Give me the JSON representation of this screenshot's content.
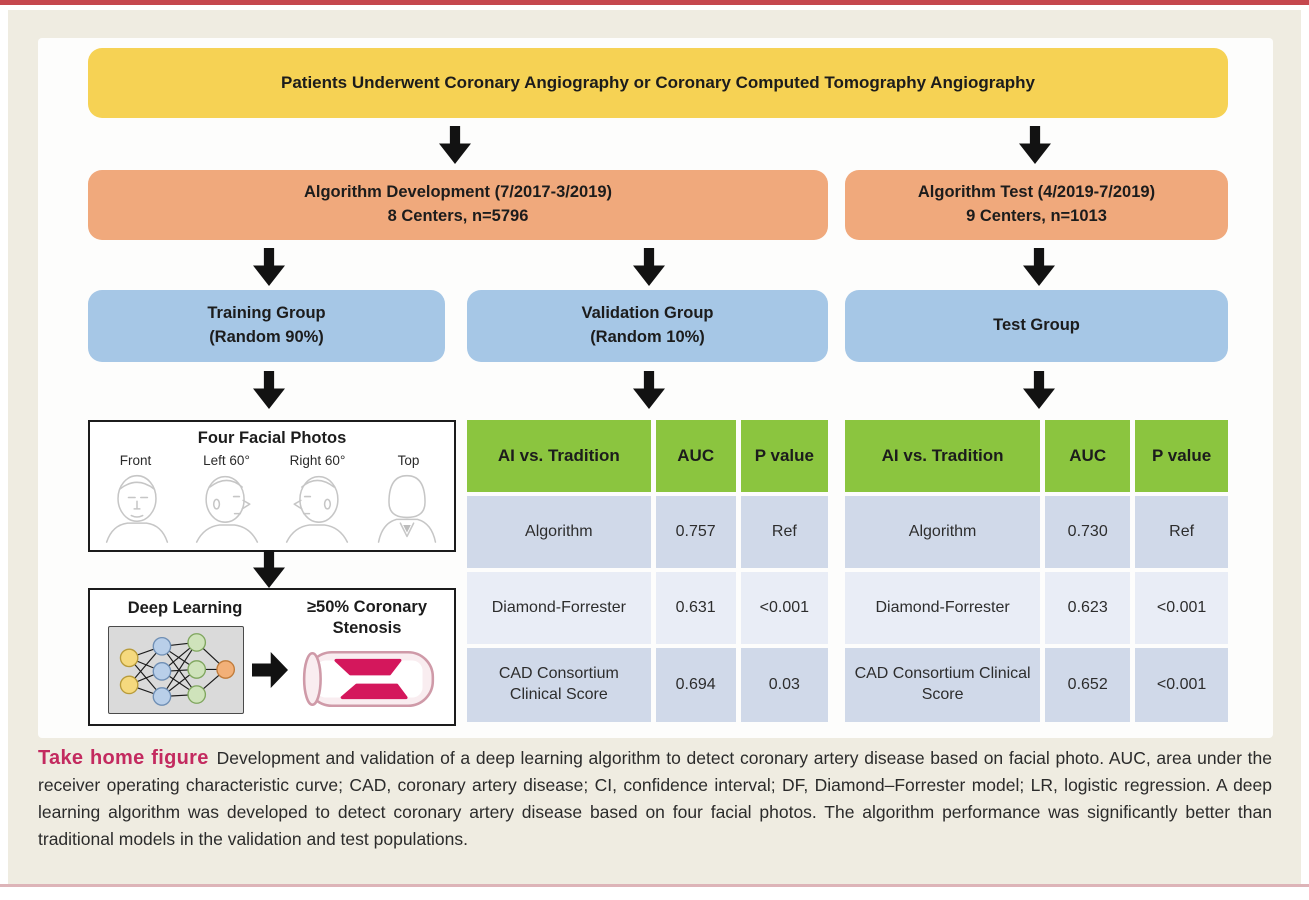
{
  "banner": {
    "label": "Patients Underwent Coronary Angiography or Coronary Computed Tomography Angiography"
  },
  "development_box": {
    "line1": "Algorithm Development (7/2017-3/2019)",
    "line2": "8 Centers, n=5796"
  },
  "test_box": {
    "line1": "Algorithm Test (4/2019-7/2019)",
    "line2": "9 Centers, n=1013"
  },
  "groups": {
    "training": {
      "line1": "Training Group",
      "line2": "(Random 90%)"
    },
    "validation": {
      "line1": "Validation Group",
      "line2": "(Random 10%)"
    },
    "test": {
      "line1": "Test Group"
    }
  },
  "facial_photos": {
    "title": "Four Facial Photos",
    "views": [
      "Front",
      "Left 60°",
      "Right 60°",
      "Top"
    ]
  },
  "deep_learning": {
    "title": "Deep Learning",
    "outcome_line1": "≥50% Coronary",
    "outcome_line2": "Stenosis"
  },
  "tables": {
    "validation": {
      "headers": [
        "AI vs. Tradition",
        "AUC",
        "P value"
      ],
      "rows": [
        {
          "model": "Algorithm",
          "auc": "0.757",
          "p": "Ref"
        },
        {
          "model": "Diamond-Forrester",
          "auc": "0.631",
          "p": "<0.001"
        },
        {
          "model": "CAD Consortium Clinical Score",
          "auc": "0.694",
          "p": "0.03"
        }
      ]
    },
    "test": {
      "headers": [
        "AI vs. Tradition",
        "AUC",
        "P value"
      ],
      "rows": [
        {
          "model": "Algorithm",
          "auc": "0.730",
          "p": "Ref"
        },
        {
          "model": "Diamond-Forrester",
          "auc": "0.623",
          "p": "<0.001"
        },
        {
          "model": "CAD Consortium Clinical Score",
          "auc": "0.652",
          "p": "<0.001"
        }
      ]
    }
  },
  "caption": {
    "label": "Take home figure",
    "text": "Development and validation of a deep learning algorithm to detect coronary artery disease based on facial photo. AUC, area under the receiver operating characteristic curve; CAD, coronary artery disease; CI, confidence interval; DF, Diamond–Forrester model; LR, logistic regression. A deep learning algorithm was developed to detect coronary artery disease based on four facial photos. The algorithm performance was significantly better than traditional models in the validation and test populations."
  },
  "colors": {
    "banner_yellow": "#f6d254",
    "stage_orange": "#f0a97c",
    "group_blue": "#a6c7e6",
    "table_header_green": "#8bc53f",
    "row_dark": "#d0d9e9",
    "row_light": "#e9edf6",
    "caption_red": "#c32a5f",
    "top_rule_red": "#c5484e",
    "page_cream": "#efece1"
  }
}
